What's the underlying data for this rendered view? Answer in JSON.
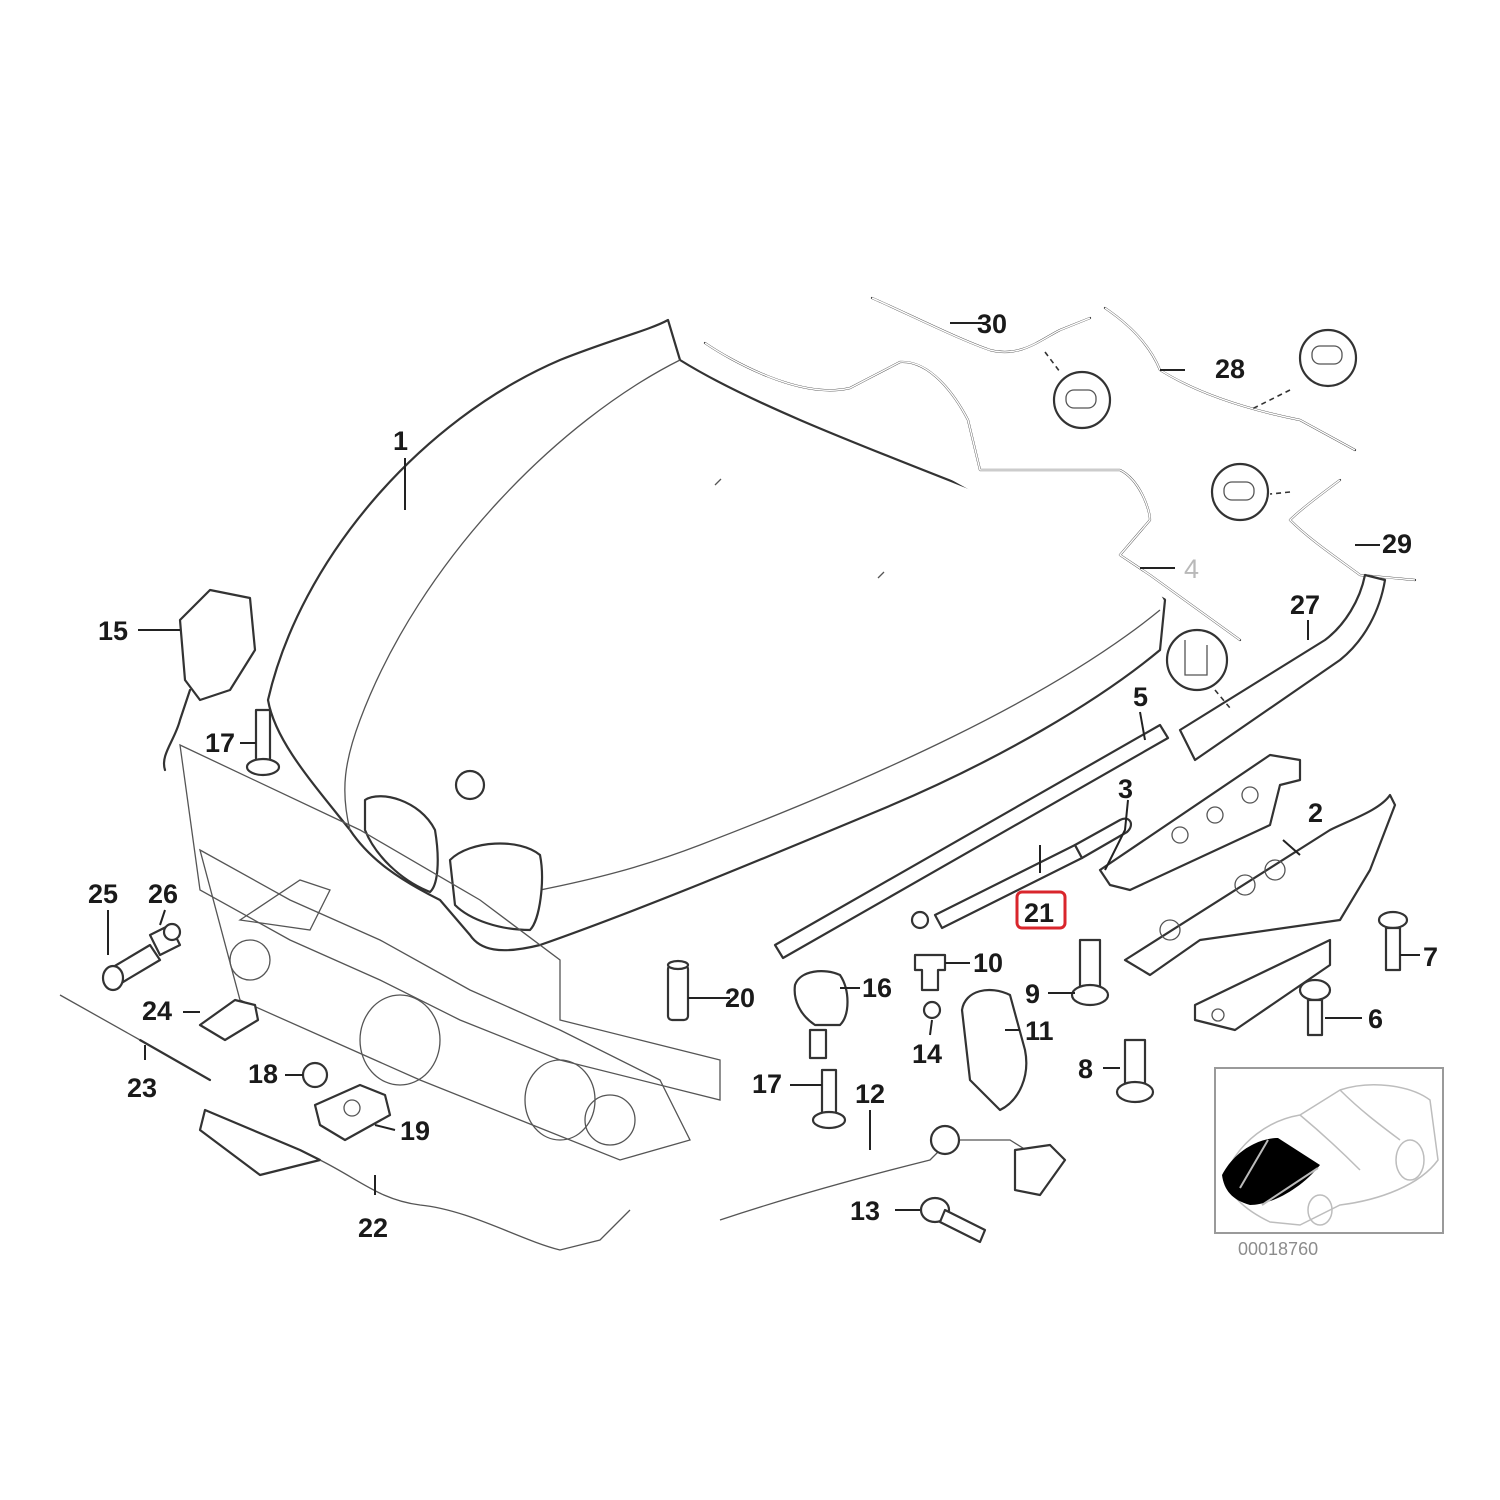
{
  "diagram": {
    "title": "Hood / bonnet parts exploded view",
    "highlighted_part": "21",
    "highlight_color": "#d9262c",
    "inset": {
      "reference_number": "00018760",
      "description": "car silhouette with hood highlighted"
    },
    "callouts": [
      {
        "id": "c1",
        "label": "1"
      },
      {
        "id": "c2",
        "label": "2"
      },
      {
        "id": "c3",
        "label": "3"
      },
      {
        "id": "c4",
        "label": "4"
      },
      {
        "id": "c5",
        "label": "5"
      },
      {
        "id": "c6",
        "label": "6"
      },
      {
        "id": "c7",
        "label": "7"
      },
      {
        "id": "c8",
        "label": "8"
      },
      {
        "id": "c9",
        "label": "9"
      },
      {
        "id": "c10",
        "label": "10"
      },
      {
        "id": "c11",
        "label": "11"
      },
      {
        "id": "c12",
        "label": "12"
      },
      {
        "id": "c13",
        "label": "13"
      },
      {
        "id": "c14",
        "label": "14"
      },
      {
        "id": "c15",
        "label": "15"
      },
      {
        "id": "c16",
        "label": "16"
      },
      {
        "id": "c17a",
        "label": "17"
      },
      {
        "id": "c17b",
        "label": "17"
      },
      {
        "id": "c18",
        "label": "18"
      },
      {
        "id": "c19",
        "label": "19"
      },
      {
        "id": "c20",
        "label": "20"
      },
      {
        "id": "c21",
        "label": "21"
      },
      {
        "id": "c22",
        "label": "22"
      },
      {
        "id": "c23",
        "label": "23"
      },
      {
        "id": "c24",
        "label": "24"
      },
      {
        "id": "c25",
        "label": "25"
      },
      {
        "id": "c26",
        "label": "26"
      },
      {
        "id": "c27",
        "label": "27"
      },
      {
        "id": "c28",
        "label": "28"
      },
      {
        "id": "c29",
        "label": "29"
      },
      {
        "id": "c30",
        "label": "30"
      }
    ]
  }
}
